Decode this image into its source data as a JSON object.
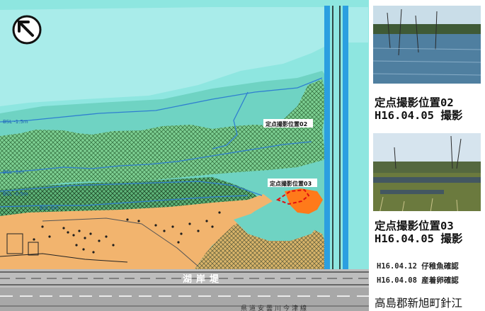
{
  "map": {
    "points": [
      {
        "label": "定点撮影位置02"
      },
      {
        "label": "定点撮影位置03"
      }
    ],
    "bsl_labels": [
      "BSL -1.5m",
      "BSL -1m",
      "BSL -0.5m",
      "BSL-0m"
    ],
    "embankment_label": "湖岸堤",
    "road_label": "県道安曇川今津線",
    "compass_icon": "north-arrow-icon",
    "colors": {
      "water": "#8ee6e0",
      "reed": "#7dcf92",
      "sand": "#f2b46e",
      "contour": "#2f7fd0",
      "marker": "#ff7a1a"
    }
  },
  "photos": [
    {
      "caption_line1": "定点撮影位置02",
      "caption_line2": "H16.04.05 撮影"
    },
    {
      "caption_line1": "定点撮影位置03",
      "caption_line2": "H16.04.05 撮影"
    }
  ],
  "notes": [
    "H16.04.12 仔稚魚確認",
    "H16.04.08 産着卵確認"
  ],
  "location": "高島郡新旭町針江"
}
